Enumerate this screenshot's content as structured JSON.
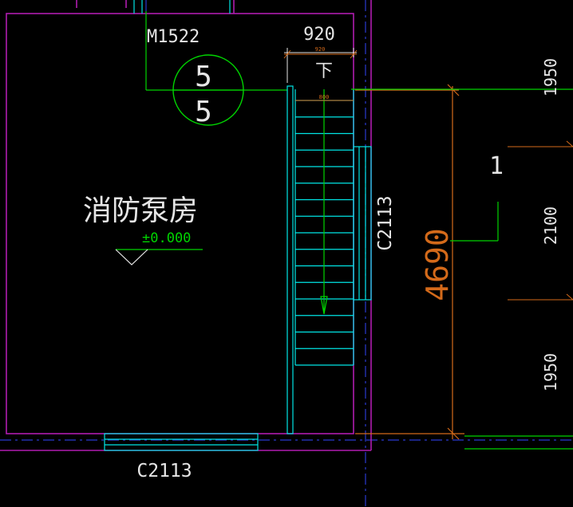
{
  "drawing": {
    "door_tag": "M1522",
    "section_marker": {
      "top": "5",
      "bottom": "5"
    },
    "room_name": "消防泵房",
    "elevation": "±0.000",
    "stair": {
      "width_outer": "920",
      "width_small": "920",
      "width_inner": "800",
      "direction": "下"
    },
    "window_right": "C2113",
    "window_bottom": "C2113",
    "dim_total": "4690",
    "dims_right": [
      "1950",
      "2100",
      "1950"
    ],
    "axis_label": "1"
  },
  "colors": {
    "background": "#000000",
    "wall": "#b01cb0",
    "stair": "#00e5e5",
    "green": "#00d400",
    "text": "#e6e6e6",
    "dimension": "#d46a1a",
    "axis": "#2a3ad0"
  }
}
